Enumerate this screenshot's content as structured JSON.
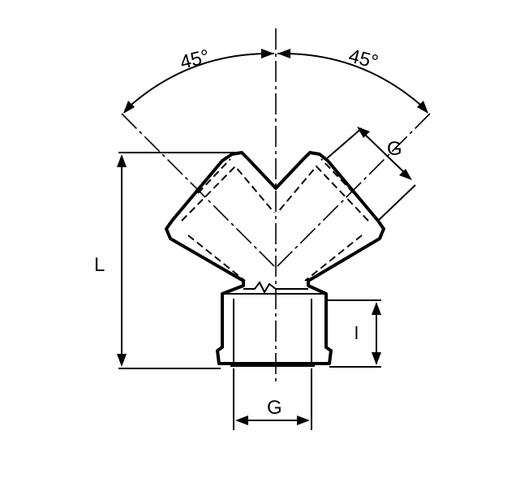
{
  "labels": {
    "angle_left": "45°",
    "angle_right": "45°",
    "thread_outlet": "G",
    "thread_inlet": "G",
    "length_total": "L",
    "length_thread": "l"
  },
  "colors": {
    "ink": "#000000",
    "paper": "#ffffff"
  }
}
